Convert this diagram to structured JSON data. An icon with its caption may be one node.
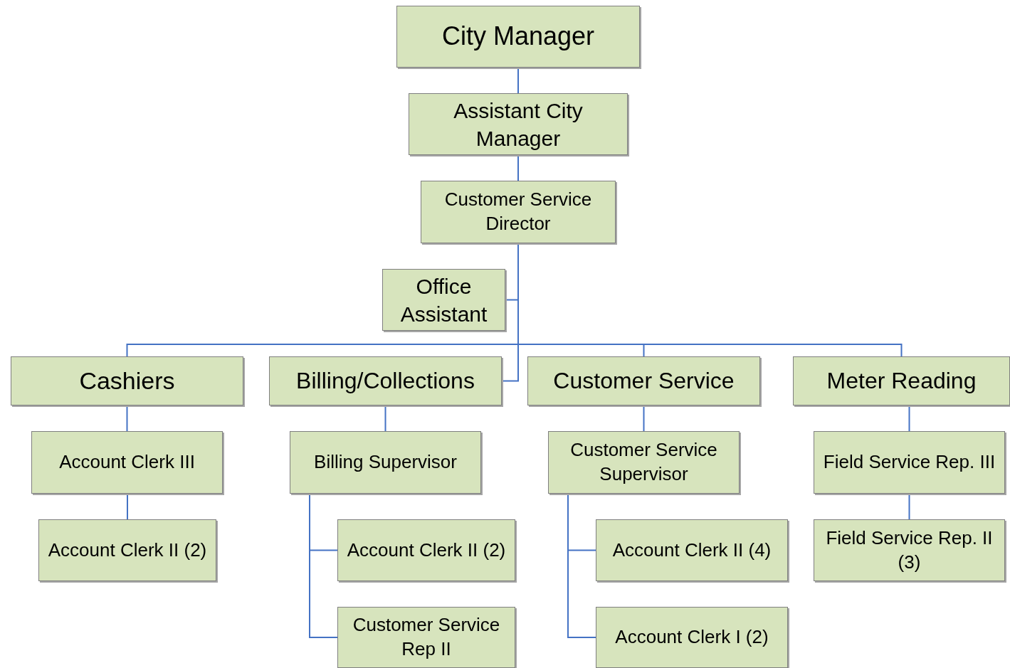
{
  "diagram": {
    "nodes": [
      {
        "text": [
          "City Manager"
        ]
      },
      {
        "text": [
          "Assistant City Manager"
        ]
      },
      {
        "text": [
          "Customer Service Director"
        ]
      },
      {
        "text": [
          "Office Assistant"
        ]
      },
      {
        "text": [
          "Cashiers"
        ]
      },
      {
        "text": [
          "Billing/Collections"
        ]
      },
      {
        "text": [
          "Customer Service"
        ]
      },
      {
        "text": [
          "Meter Reading"
        ]
      },
      {
        "text": [
          "Account Clerk III"
        ]
      },
      {
        "text": [
          "Account Clerk II (2)"
        ]
      },
      {
        "text": [
          "Billing Supervisor"
        ]
      },
      {
        "text": [
          "Account Clerk II (2)"
        ]
      },
      {
        "text": [
          "Customer Service Rep II"
        ]
      },
      {
        "text": [
          "Customer Service Supervisor"
        ]
      },
      {
        "text": [
          "Account Clerk II (4)"
        ]
      },
      {
        "text": [
          "Account Clerk I (2)"
        ]
      },
      {
        "text": [
          "Field Service Rep. III"
        ]
      },
      {
        "text": [
          "Field Service Rep. II (3)"
        ]
      }
    ],
    "edges": [
      {
        "from": 0,
        "to": 1,
        "arrow": "none"
      },
      {
        "from": 1,
        "to": 2,
        "arrow": "none"
      },
      {
        "from": 2,
        "to": 3,
        "arrow": "none"
      },
      {
        "from": 2,
        "to": 4,
        "arrow": "none"
      },
      {
        "from": 2,
        "to": 5,
        "arrow": "none"
      },
      {
        "from": 2,
        "to": 6,
        "arrow": "none"
      },
      {
        "from": 2,
        "to": 7,
        "arrow": "none"
      },
      {
        "from": 4,
        "to": 8,
        "arrow": "none"
      },
      {
        "from": 8,
        "to": 9,
        "arrow": "none"
      },
      {
        "from": 5,
        "to": 10,
        "arrow": "none"
      },
      {
        "from": 10,
        "to": 11,
        "arrow": "none"
      },
      {
        "from": 10,
        "to": 12,
        "arrow": "none"
      },
      {
        "from": 6,
        "to": 13,
        "arrow": "none"
      },
      {
        "from": 13,
        "to": 14,
        "arrow": "none"
      },
      {
        "from": 13,
        "to": 15,
        "arrow": "none"
      },
      {
        "from": 7,
        "to": 16,
        "arrow": "none"
      },
      {
        "from": 16,
        "to": 17,
        "arrow": "none"
      }
    ]
  }
}
